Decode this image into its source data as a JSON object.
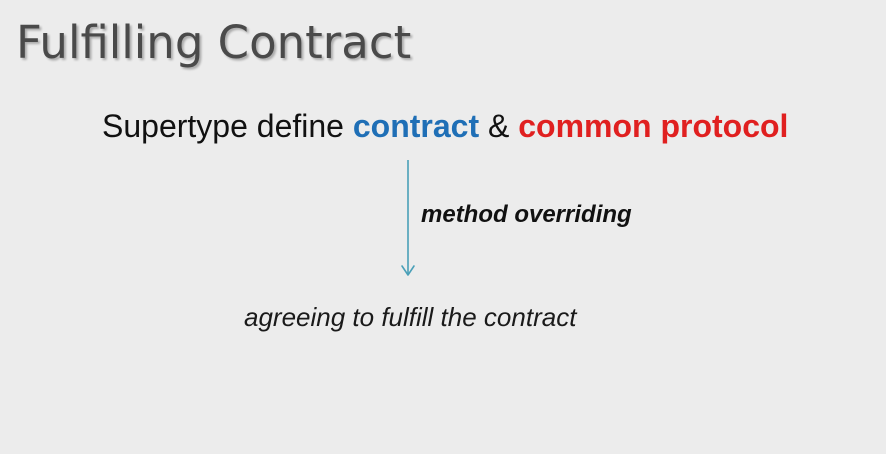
{
  "slide": {
    "title": "Fulfilling Contract",
    "statement": {
      "prefix": "Supertype define ",
      "keyword_contract": "contract",
      "connector": " & ",
      "keyword_protocol": "common protocol"
    },
    "arrow_label": "method overriding",
    "result": "agreeing to fulfill the contract"
  },
  "colors": {
    "background": "#ececec",
    "title": "#4a4a4a",
    "contract_keyword": "#1f6fb6",
    "protocol_keyword": "#e02020",
    "arrow": "#4aa0b8"
  }
}
